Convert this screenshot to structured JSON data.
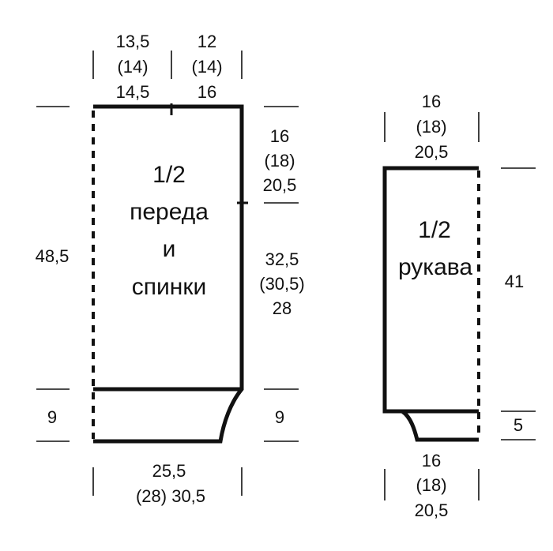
{
  "body_piece": {
    "label_lines": [
      "1/2",
      "переда",
      "и",
      "спинки"
    ],
    "top_left_width": [
      "13,5",
      "(14)",
      "14,5"
    ],
    "top_right_width": [
      "12",
      "(14)",
      "16"
    ],
    "right_upper_height": [
      "16",
      "(18)",
      "20,5"
    ],
    "right_lower_height": [
      "32,5",
      "(30,5)",
      "28"
    ],
    "total_height": "48,5",
    "rib_height_left": "9",
    "rib_height_right": "9",
    "bottom_width": [
      "25,5",
      "(28) 30,5"
    ]
  },
  "sleeve_piece": {
    "label_lines": [
      "1/2",
      "рукава"
    ],
    "top_width": [
      "16",
      "(18)",
      "20,5"
    ],
    "height": "41",
    "cuff_height": "5",
    "bottom_width": [
      "16",
      "(18)",
      "20,5"
    ]
  }
}
